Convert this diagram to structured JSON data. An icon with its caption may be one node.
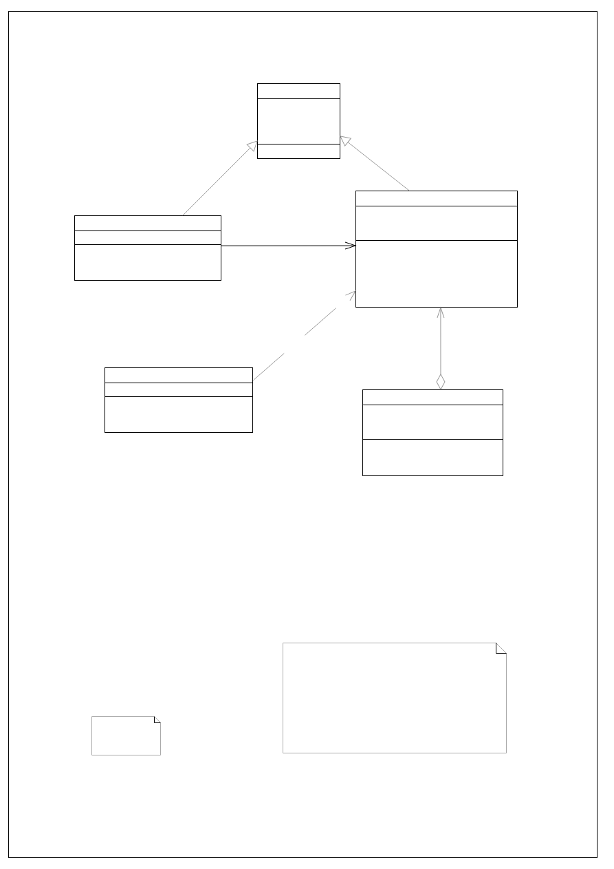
{
  "diagram": {
    "nodes": [
      {
        "text": [],
        "shape": "box"
      },
      {
        "text": [],
        "shape": "box"
      },
      {
        "text": [],
        "shape": "box"
      },
      {
        "text": [],
        "shape": "box"
      },
      {
        "text": [],
        "shape": "box"
      },
      {
        "text": [],
        "shape": "note"
      },
      {
        "text": [],
        "shape": "note"
      }
    ],
    "edges": [
      {
        "from": 2,
        "to": 0,
        "arrow": "to"
      },
      {
        "from": 1,
        "to": 0,
        "arrow": "to"
      },
      {
        "from": 2,
        "to": 1,
        "arrow": "to",
        "color": "#000000"
      },
      {
        "from": 3,
        "to": 1,
        "arrow": "to",
        "style": "dashed"
      },
      {
        "from": 4,
        "to": 1,
        "arrow": "to"
      }
    ]
  }
}
